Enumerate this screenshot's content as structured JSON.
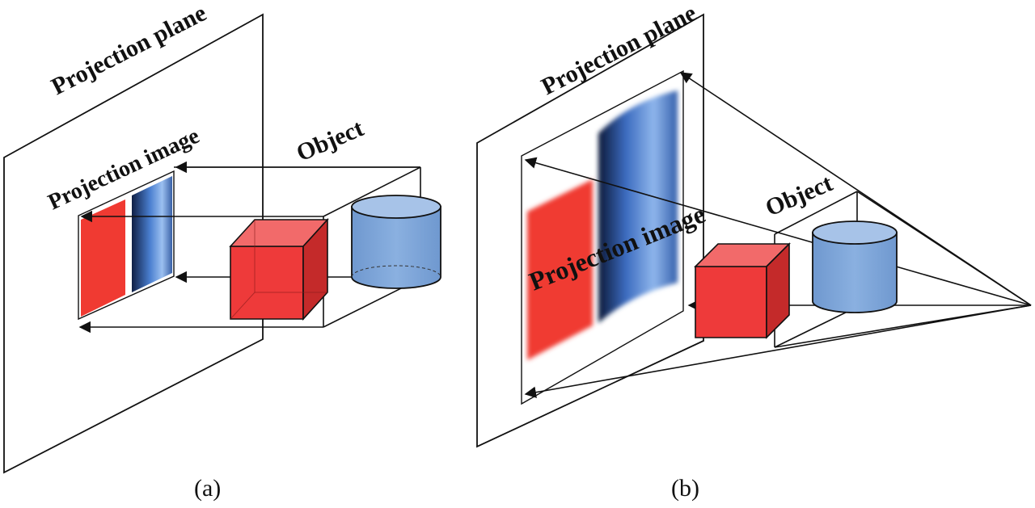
{
  "panel_a": {
    "plane_label": "Projection plane",
    "image_label": "Projection image",
    "object_label": "Object",
    "caption": "(a)"
  },
  "panel_b": {
    "plane_label": "Projection plane",
    "image_label": "Projection image",
    "object_label": "Object",
    "caption": "(b)"
  },
  "colors": {
    "cube_front": "#ee3a3a",
    "cube_side": "#c42a2a",
    "cube_top": "#f26a6a",
    "cylinder": "#7ea6d8",
    "cylinder_top": "#a7c3e8",
    "image_red": "#f03a32",
    "image_blue": "#3a6fc0"
  }
}
